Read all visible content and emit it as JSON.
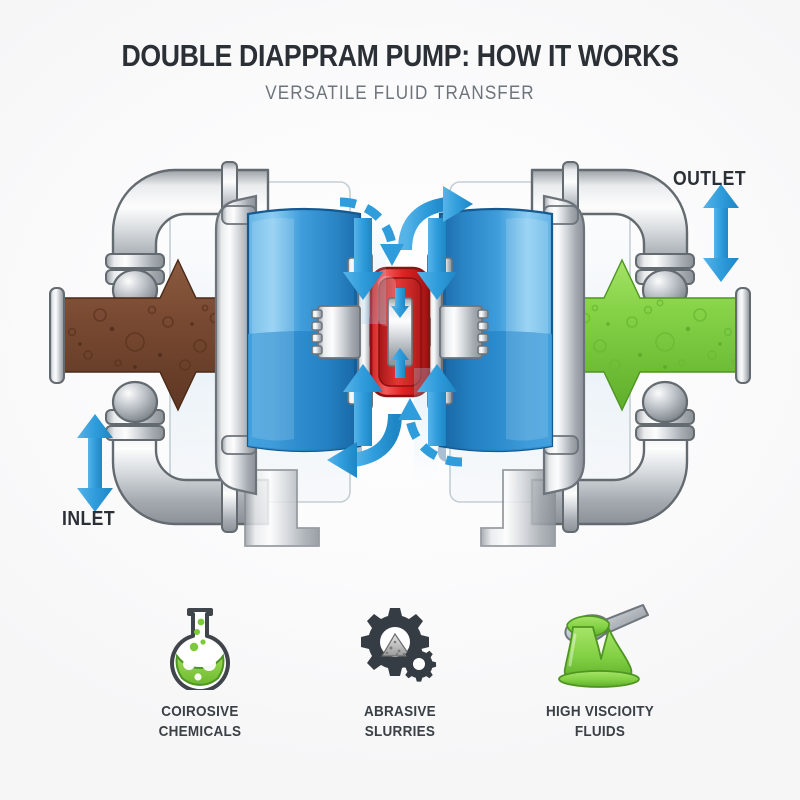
{
  "header": {
    "title": "DOUBLE DIAPPRAM PUMP: HOW IT WORKS",
    "subtitle": "VERSATILE FLUID TRANSFER"
  },
  "diagram": {
    "name": "double-diaphragm-pump-cutaway",
    "outlet_label": "OUTLET",
    "inlet_label": "INLET",
    "colors": {
      "background": "#fdfdfd",
      "title_text": "#2b3036",
      "subtitle_text": "#6d747b",
      "metal_light": "#f2f3f4",
      "metal_mid": "#b9bdc2",
      "metal_dark": "#6f757b",
      "outline": "#5a6167",
      "diaphragm_blue": "#2f90d4",
      "diaphragm_blue_light": "#79c2ee",
      "diaphragm_blue_dark": "#1b6fae",
      "arrow_blue": "#37a5e0",
      "arrow_blue_dark": "#1f8fcd",
      "valve_red": "#e23131",
      "valve_red_dark": "#a81717",
      "inlet_fluid_brown": "#7a4a32",
      "outlet_fluid_green": "#7ed23f",
      "housing_glass": "#dde9f2"
    },
    "parts": {
      "inlet_fluid": "brown abrasive slurry",
      "outlet_fluid": "green high viscosity fluid",
      "left_chamber": "left diaphragm chamber",
      "right_chamber": "right diaphragm chamber",
      "center_valve": "air distribution valve",
      "inlet_pipe": "inlet elbow manifold",
      "outlet_pipe": "outlet elbow manifold"
    }
  },
  "features": [
    {
      "icon": "flask-icon",
      "label": "COIROSIVE\nCHEMICALS"
    },
    {
      "icon": "gears-grit-icon",
      "label": "ABRASIVE\nSLURRIES"
    },
    {
      "icon": "viscous-pour-icon",
      "label": "HIGH VISCIOITY\nFLUIDS"
    }
  ]
}
